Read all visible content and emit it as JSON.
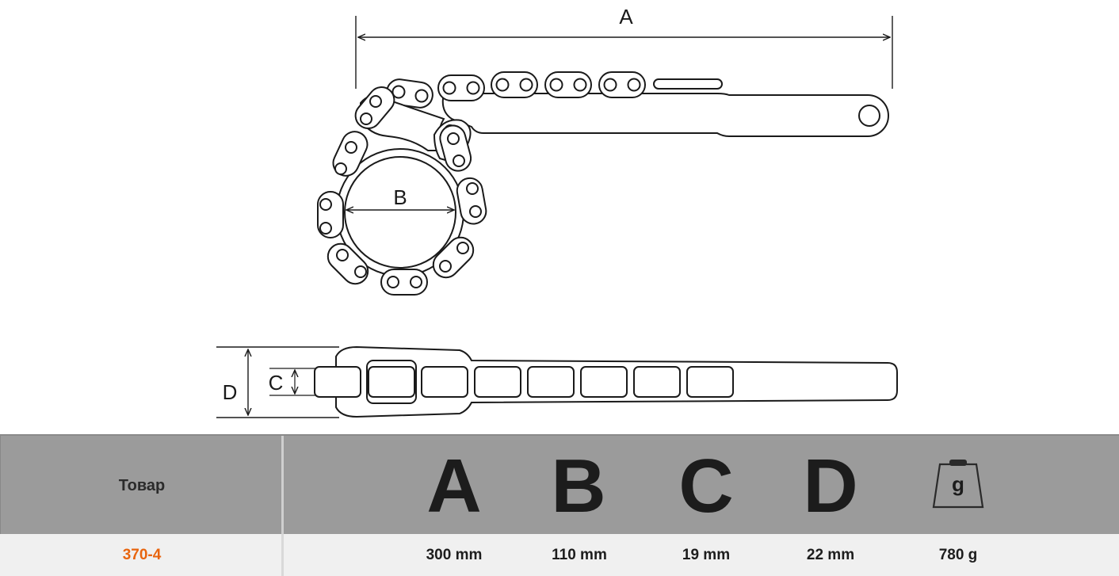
{
  "diagram": {
    "labels": {
      "a": "A",
      "b": "B",
      "c": "C",
      "d": "D"
    }
  },
  "table": {
    "header": {
      "product_label": "Товар",
      "columns": [
        "A",
        "B",
        "C",
        "D"
      ],
      "weight_glyph": "g",
      "weight_icon": "weight-icon"
    },
    "row": {
      "product": "370-4",
      "a": "300 mm",
      "b": "110 mm",
      "c": "19 mm",
      "d": "22 mm",
      "weight": "780 g"
    },
    "colors": {
      "header_bg": "#9b9b9b",
      "row_bg": "#f0f0f0",
      "product_accent": "#e8650f"
    }
  }
}
